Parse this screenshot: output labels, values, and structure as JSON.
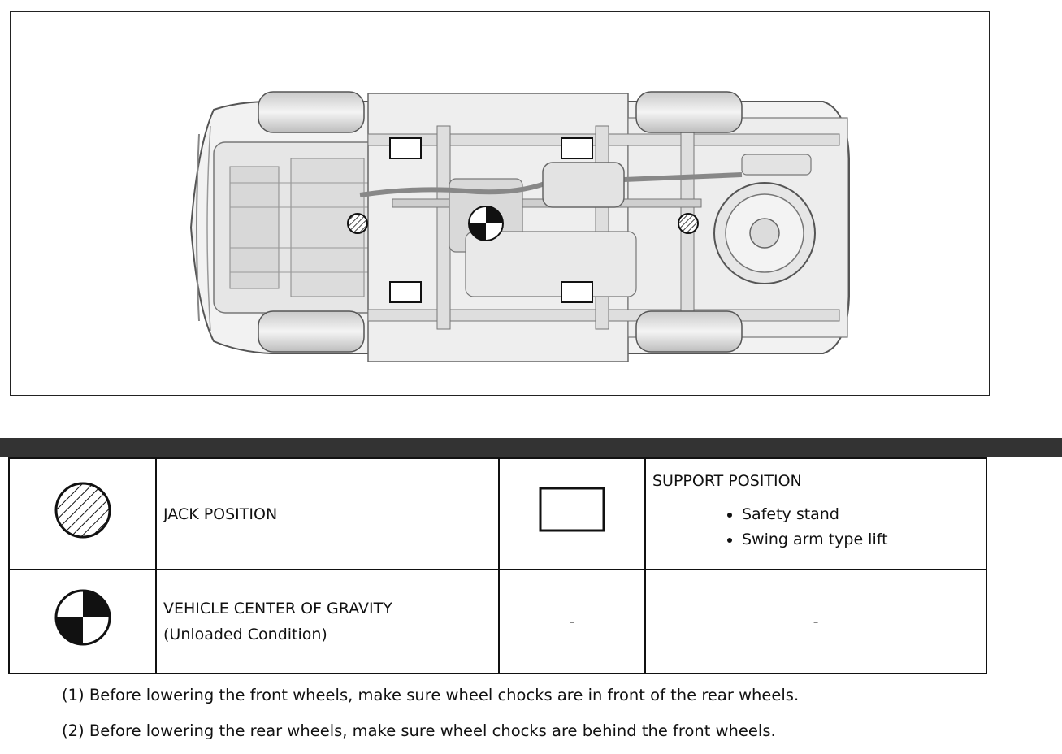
{
  "legend": {
    "jack_label": "JACK POSITION",
    "support_title": "SUPPORT POSITION",
    "support_items": [
      "Safety stand",
      "Swing arm type lift"
    ],
    "cog_label_line1": "VEHICLE CENTER OF GRAVITY",
    "cog_label_line2": "(Unloaded Condition)",
    "empty_symbol": "-",
    "empty_text": "-"
  },
  "notes": [
    "(1) Before lowering the front wheels, make sure wheel chocks are in front of the rear wheels.",
    "(2) Before lowering the rear wheels, make sure wheel chocks are behind the front wheels."
  ]
}
